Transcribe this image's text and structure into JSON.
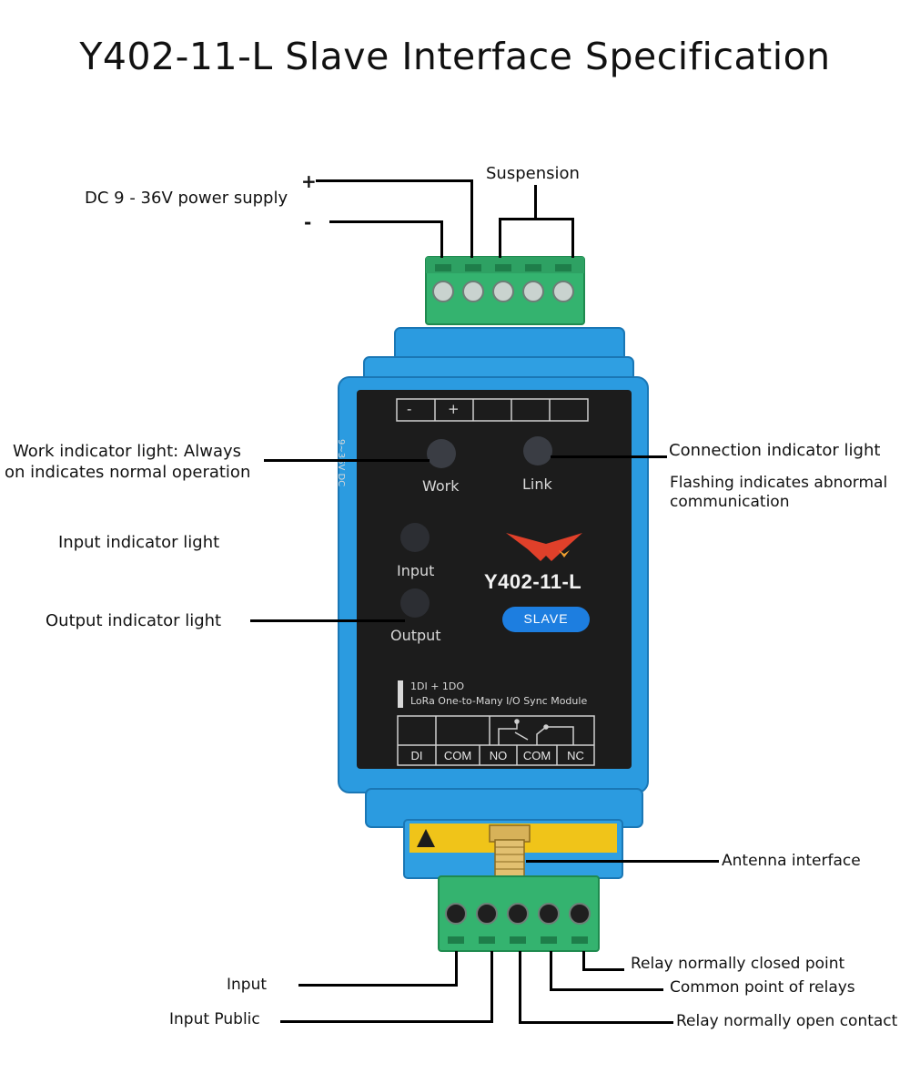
{
  "title": "Y402-11-L  Slave Interface Specification",
  "colors": {
    "housing_blue": "#2b9be0",
    "faceplate": "#1c1c1c",
    "terminal_green": "#34b36f",
    "badge_blue": "#1d7ee0",
    "logo_red": "#e0402a"
  },
  "top_labels": {
    "power": "DC 9 - 36V power supply",
    "plus": "+",
    "minus": "-",
    "suspension": "Suspension"
  },
  "left_labels": {
    "work": "Work indicator light: Always on indicates normal operation",
    "work_line1": "Work indicator light: Always",
    "work_line2": "on indicates normal operation",
    "input": "Input indicator light",
    "output": "Output indicator light"
  },
  "right_labels": {
    "link": "Connection indicator light",
    "link_note_line1": "Flashing indicates abnormal",
    "link_note_line2": "communication",
    "antenna": "Antenna interface"
  },
  "bottom_labels": {
    "input": "Input",
    "input_public": "Input Public",
    "relay_nc": "Relay normally closed point",
    "relay_com": "Common point of relays",
    "relay_no": "Relay normally open contact"
  },
  "device": {
    "top_terminal_labels": [
      "-",
      "+",
      "",
      "",
      ""
    ],
    "side_text": "9~36V DC",
    "led_work": "Work",
    "led_link": "Link",
    "led_input": "Input",
    "led_output": "Output",
    "model": "Y402-11-L",
    "badge": "SLAVE",
    "desc_line1": "1DI + 1DO",
    "desc_line2": "LoRa One-to-Many I/O Sync Module",
    "bottom_terminal_labels": [
      "DI",
      "COM",
      "NO",
      "COM",
      "NC"
    ]
  }
}
